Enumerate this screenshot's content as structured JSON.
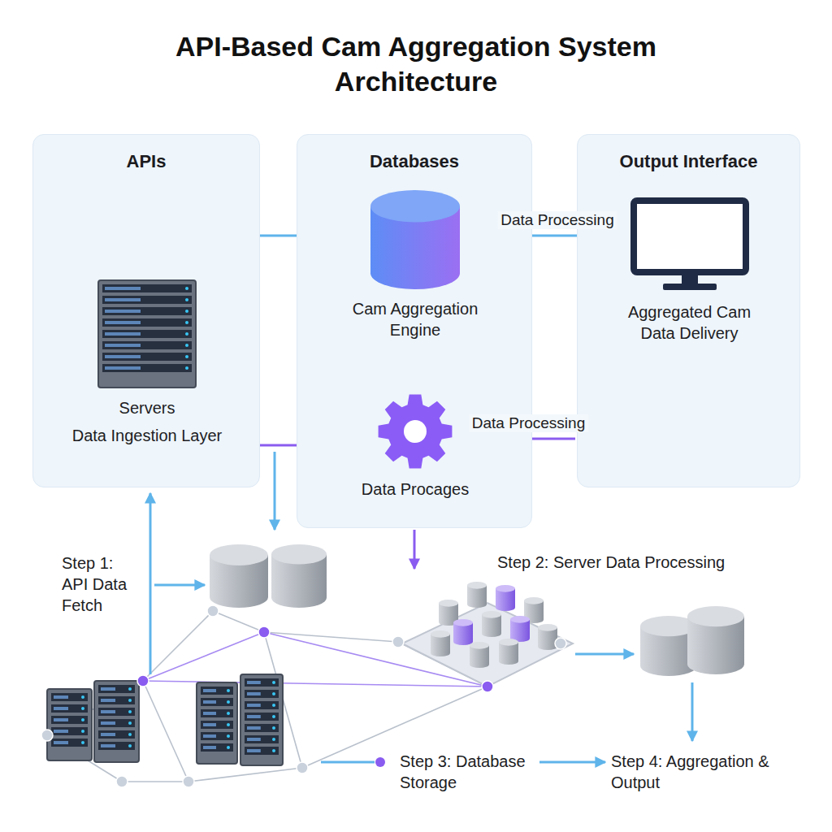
{
  "diagram": {
    "title": "API-Based Cam Aggregation System Architecture",
    "nodes": [
      {
        "text": [
          "APIs"
        ]
      },
      {
        "text": [
          "Servers",
          "Data Ingestion Layer"
        ],
        "in": 0
      },
      {
        "text": [
          "Databases"
        ]
      },
      {
        "text": [
          "Cam Aggregation Engine"
        ],
        "in": 2
      },
      {
        "text": [
          "Data Procages"
        ],
        "in": 2
      },
      {
        "text": [
          "Output Interface"
        ]
      },
      {
        "text": [
          "Aggregated Cam Data Delivery"
        ],
        "in": 5
      }
    ],
    "edges": [
      {
        "from": 3,
        "to": 6,
        "label": "Data Processing",
        "arrow": "both"
      },
      {
        "from": 3,
        "to": 4,
        "arrow": "to"
      },
      {
        "from": 5,
        "to": 4,
        "label": "Data Processing",
        "arrow": "to"
      },
      {
        "from": 1,
        "to": 4,
        "arrow": "to"
      }
    ],
    "labels": [
      "Step 1: API Data Fetch",
      "Step 2: Server Data Processing",
      "Step 3: Database Storage",
      "Step 4: Aggregation & Output"
    ]
  }
}
